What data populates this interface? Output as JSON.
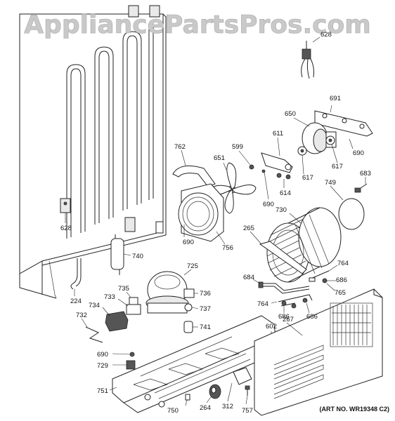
{
  "watermark": "AppliancePartsPros.com",
  "art_number": "(ART NO. WR19348 C2)",
  "part_labels": {
    "p628_top": "628",
    "p691": "691",
    "p650": "650",
    "p611": "611",
    "p599": "599",
    "p651": "651",
    "p762": "762",
    "p690_right": "690",
    "p617_a": "617",
    "p617_b": "617",
    "p683": "683",
    "p614": "614",
    "p690_mid": "690",
    "p749": "749",
    "p730": "730",
    "p628_left": "628",
    "p690_left": "690",
    "p756": "756",
    "p265": "265",
    "p740": "740",
    "p725": "725",
    "p764_a": "764",
    "p684": "684",
    "p686_a": "686",
    "p765": "765",
    "p735": "735",
    "p733": "733",
    "p736": "736",
    "p224": "224",
    "p734": "734",
    "p764_b": "764",
    "p686_b": "686",
    "p686_c": "686",
    "p737": "737",
    "p732": "732",
    "p741": "741",
    "p267": "267",
    "p602": "602",
    "p690_bottom": "690",
    "p729": "729",
    "p751": "751",
    "p750": "750",
    "p264": "264",
    "p312": "312",
    "p757": "757"
  }
}
